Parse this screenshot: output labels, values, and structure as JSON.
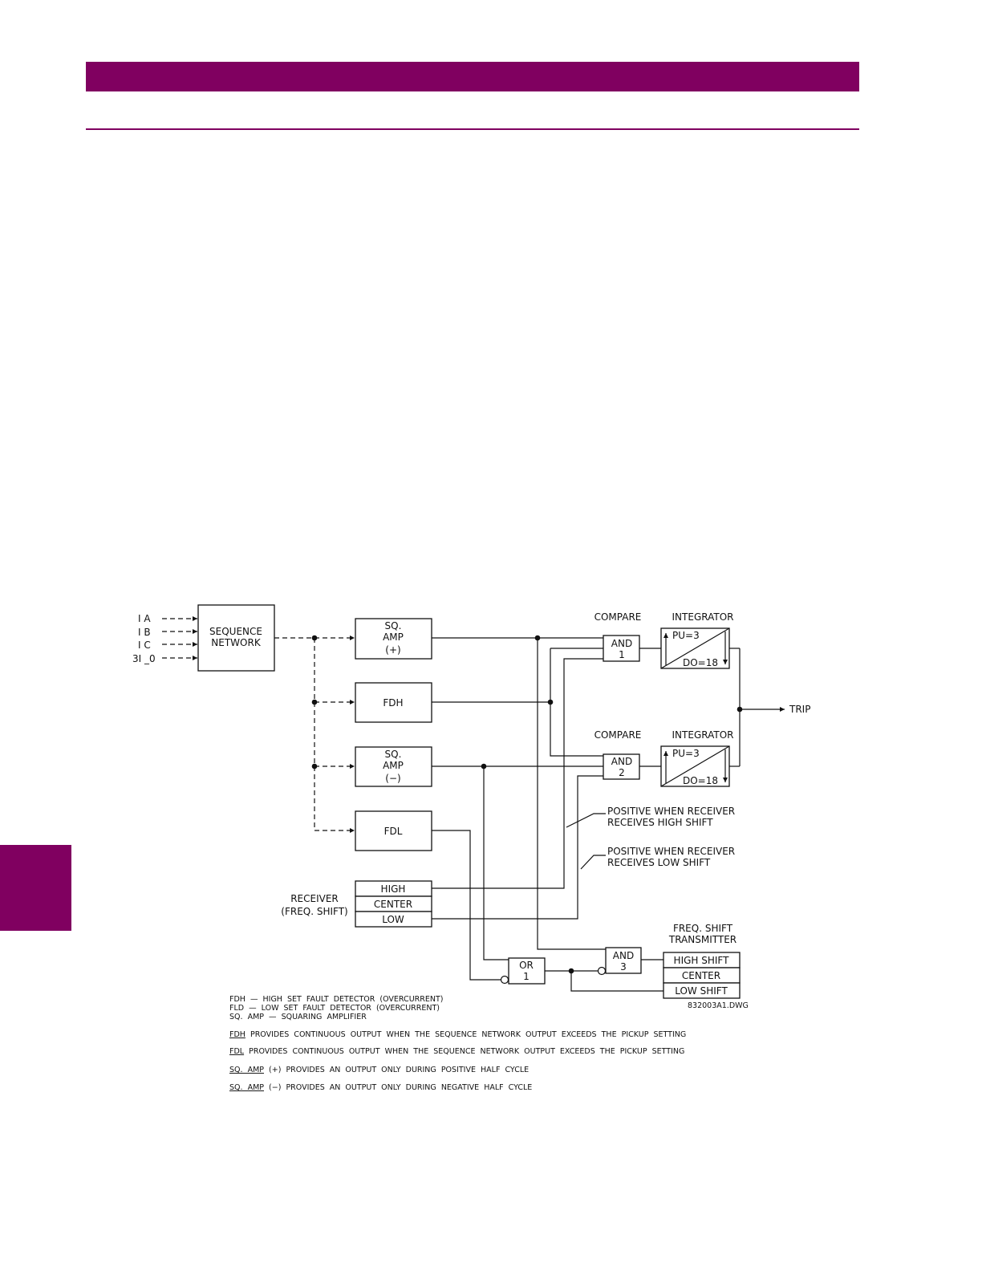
{
  "colors": {
    "accent": "#800060"
  },
  "inputs": [
    "I A",
    "I B",
    "I C",
    "3I _0"
  ],
  "blocks": {
    "sequence_network": [
      "SEQUENCE",
      "NETWORK"
    ],
    "sq_amp_pos": [
      "SQ.",
      "AMP",
      "(+)"
    ],
    "fdh": "FDH",
    "sq_amp_neg": [
      "SQ.",
      "AMP",
      "(−)"
    ],
    "fdl": "FDL",
    "receiver_label": [
      "RECEIVER",
      "(FREQ. SHIFT)"
    ],
    "receiver_rows": [
      "HIGH",
      "CENTER",
      "LOW"
    ],
    "compare": "COMPARE",
    "integrator": "INTEGRATOR",
    "and1": [
      "AND",
      "1"
    ],
    "and2": [
      "AND",
      "2"
    ],
    "and3": [
      "AND",
      "3"
    ],
    "or1": [
      "OR",
      "1"
    ],
    "pu": "PU=3",
    "do": "DO=18",
    "trip": "TRIP",
    "note_high": [
      "POSITIVE  WHEN  RECEIVER",
      "RECEIVES  HIGH  SHIFT"
    ],
    "note_low": [
      "POSITIVE  WHEN  RECEIVER",
      "RECEIVES  LOW  SHIFT"
    ],
    "transmitter_label": [
      "FREQ.  SHIFT",
      "TRANSMITTER"
    ],
    "transmitter_rows": [
      "HIGH  SHIFT",
      "CENTER",
      "LOW  SHIFT"
    ],
    "drawing_number": "832003A1.DWG"
  },
  "legend": {
    "definitions": [
      "FDH  —  HIGH  SET  FAULT  DETECTOR  (OVERCURRENT)",
      "FLD  —  LOW  SET  FAULT  DETECTOR  (OVERCURRENT)",
      "SQ.  AMP  —  SQUARING  AMPLIFIER"
    ],
    "notes": [
      {
        "term": "FDH",
        "text": "  PROVIDES  CONTINUOUS  OUTPUT  WHEN  THE  SEQUENCE  NETWORK  OUTPUT  EXCEEDS  THE  PICKUP  SETTING"
      },
      {
        "term": "FDL",
        "text": "  PROVIDES  CONTINUOUS  OUTPUT  WHEN  THE  SEQUENCE  NETWORK  OUTPUT  EXCEEDS  THE  PICKUP  SETTING"
      },
      {
        "term": "SQ.  AMP",
        "text": "  (+)  PROVIDES  AN  OUTPUT  ONLY  DURING  POSITIVE  HALF  CYCLE"
      },
      {
        "term": "SQ.  AMP",
        "text": "  (−)  PROVIDES  AN  OUTPUT  ONLY  DURING  NEGATIVE  HALF  CYCLE"
      }
    ]
  }
}
